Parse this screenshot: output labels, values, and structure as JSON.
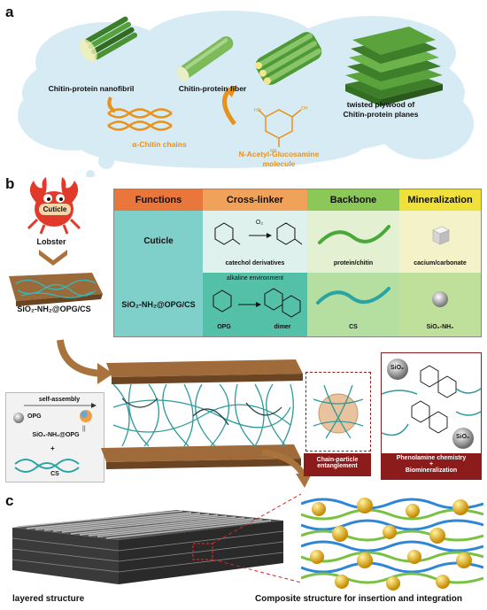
{
  "panels": {
    "a": "a",
    "b": "b",
    "c": "c"
  },
  "panel_a": {
    "nanofibril": "Chitin-protein nanofibril",
    "fiber": "Chitin-protein fiber",
    "plywood_line1": "twisted plywood of",
    "plywood_line2": "Chitin-protein planes",
    "alpha_chitin": "α-Chitin chains",
    "nag_line1": "N-Acetyl-Glucosamine",
    "nag_line2": "molecule"
  },
  "panel_b": {
    "cuticle_tag": "Cuticle",
    "lobster": "Lobster",
    "material": "SiO₂-NH₂@OPG/CS",
    "table": {
      "headers": [
        "Functions",
        "Cross-linker",
        "Backbone",
        "Mineralization"
      ],
      "header_colors": [
        "#e9763a",
        "#f0a25a",
        "#8cc857",
        "#f0e03a"
      ],
      "row1": {
        "function": "Cuticle",
        "crosslinker_caption": "catechol derivatives",
        "crosslinker_reagent": "O₂",
        "backbone_caption": "protein/chitin",
        "mineral_caption": "cacium/carbonate"
      },
      "row2": {
        "function": "SiO₂-NH₂@OPG/CS",
        "crosslinker_top": "alkaline environment",
        "crosslinker_left": "OPG",
        "crosslinker_right": "dimer",
        "backbone_caption": "CS",
        "mineral_caption": "SiO₂-NH₂"
      }
    },
    "assembly_box": {
      "title": "self-assembly",
      "opg": "OPG",
      "plus": "+",
      "sio2_opg": "SiO₂-NH₂@OPG",
      "cs": "CS"
    },
    "entanglement_line1": "Chain-particle",
    "entanglement_line2": "entanglement",
    "phenol_line1": "Phenolamine chemistry",
    "phenol_plus": "+",
    "phenol_line2": "Biomineralization",
    "sio2_label": "SiO₂"
  },
  "panel_c": {
    "layered": "layered structure",
    "composite": "Composite structure for insertion and integration"
  },
  "colors": {
    "cloud": "#d7ebf4",
    "orange": "#e8921a",
    "arrow_brown": "#a9733e",
    "teal": "#2aa3a3",
    "dark_red": "#8c1c1c",
    "green": "#4aa83a"
  }
}
